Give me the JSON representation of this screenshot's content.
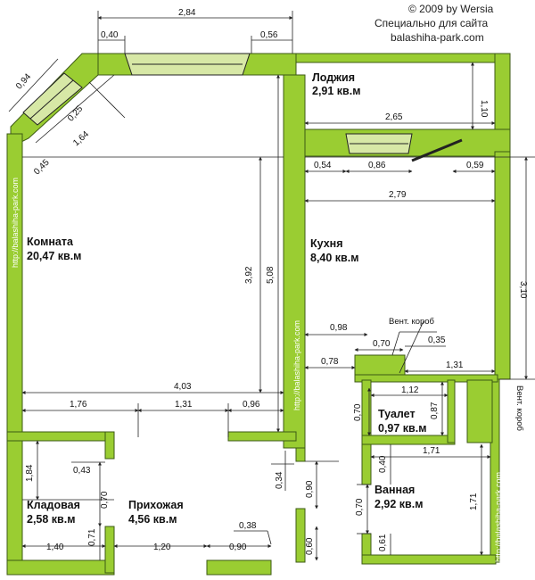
{
  "credit": {
    "line1": "© 2009 by Wersia",
    "line2": "Специально для сайта",
    "line3": "balashiha-park.com"
  },
  "colors": {
    "wall": "#9acd32",
    "wall_stroke": "#3c5a14",
    "window_fill": "#d7e8a6",
    "line": "#222222"
  },
  "rooms": {
    "komnata": {
      "name": "Комната",
      "area": "20,47 кв.м"
    },
    "kukhnya": {
      "name": "Кухня",
      "area": "8,40 кв.м"
    },
    "lodzhiya": {
      "name": "Лоджия",
      "area": "2,91 кв.м"
    },
    "tualet": {
      "name": "Туалет",
      "area": "0,97 кв.м"
    },
    "vannaya": {
      "name": "Ванная",
      "area": "2,92 кв.м"
    },
    "kladovaya": {
      "name": "Кладовая",
      "area": "2,58 кв.м"
    },
    "prikhozhaya": {
      "name": "Прихожая",
      "area": "4,56 кв.м"
    }
  },
  "notes": {
    "vent_korob_top": "Вент. короб",
    "vent_korob_right": "Вент. короб"
  },
  "watermark": "http://balashiha-park.com",
  "dimensions": {
    "top_284": "2,84",
    "top_040": "0,40",
    "top_056": "0,56",
    "diag_094": "0,94",
    "diag_025": "0,25",
    "diag_164": "1,64",
    "diag_045": "0,45",
    "loggia_110": "1,10",
    "loggia_265": "2,65",
    "kitchen_054": "0,54",
    "kitchen_086": "0,86",
    "kitchen_059": "0,59",
    "kitchen_279": "2,79",
    "right_310": "3,10",
    "room_392": "3,92",
    "room_508": "5,08",
    "room_403": "4,03",
    "room_176": "1,76",
    "room_131": "1,31",
    "room_096": "0,96",
    "vent_098": "0,98",
    "vent_070": "0,70",
    "vent_035": "0,35",
    "vent_078": "0,78",
    "vent_131": "1,31",
    "toilet_112": "1,12",
    "toilet_070": "0,70",
    "toilet_087": "0,87",
    "bath_171h": "1,71",
    "bath_040": "0,40",
    "bath_070": "0,70",
    "bath_171v": "1,71",
    "bath_061": "0,61",
    "hall_034": "0,34",
    "hall_090": "0,90",
    "hall_060": "0,60",
    "hall_038": "0,38",
    "hall_120": "1,20",
    "hall_090b": "0,90",
    "store_184": "1,84",
    "store_043": "0,43",
    "store_070": "0,70",
    "store_071": "0,71",
    "store_140": "1,40"
  }
}
